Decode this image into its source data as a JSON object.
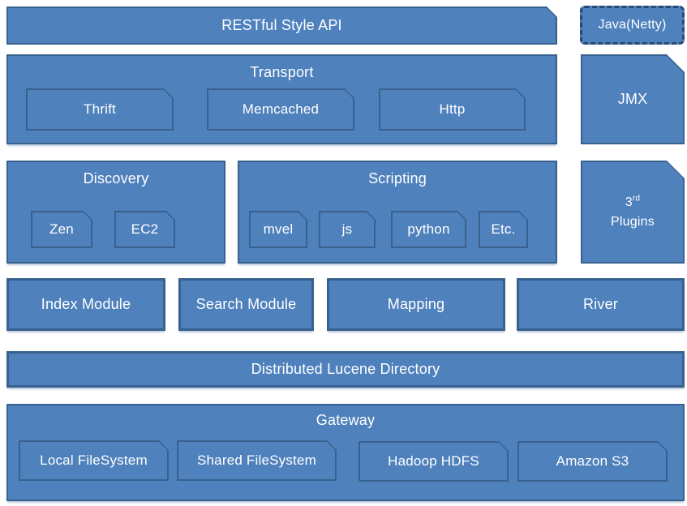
{
  "colors": {
    "box_fill": "#4f81bd",
    "box_border": "#38618f",
    "dashed_border": "#284a70",
    "label_text": "#ffffff",
    "background": "#ffffff"
  },
  "diagram": {
    "restful_api": {
      "label": "RESTful Style API"
    },
    "java_netty": {
      "label": "Java(Netty)"
    },
    "transport": {
      "title": "Transport",
      "children": [
        "Thrift",
        "Memcached",
        "Http"
      ]
    },
    "jmx": {
      "label": "JMX"
    },
    "discovery": {
      "title": "Discovery",
      "children": [
        "Zen",
        "EC2"
      ]
    },
    "scripting": {
      "title": "Scripting",
      "children": [
        "mvel",
        "js",
        "python",
        "Etc."
      ]
    },
    "third_party_plugins": {
      "base": "3",
      "superscript": "rd",
      "word": "Plugins"
    },
    "modules": [
      "Index Module",
      "Search Module",
      "Mapping",
      "River"
    ],
    "lucene": {
      "label": "Distributed Lucene Directory"
    },
    "gateway": {
      "title": "Gateway",
      "children": [
        "Local FileSystem",
        "Shared FileSystem",
        "Hadoop HDFS",
        "Amazon S3"
      ]
    }
  }
}
